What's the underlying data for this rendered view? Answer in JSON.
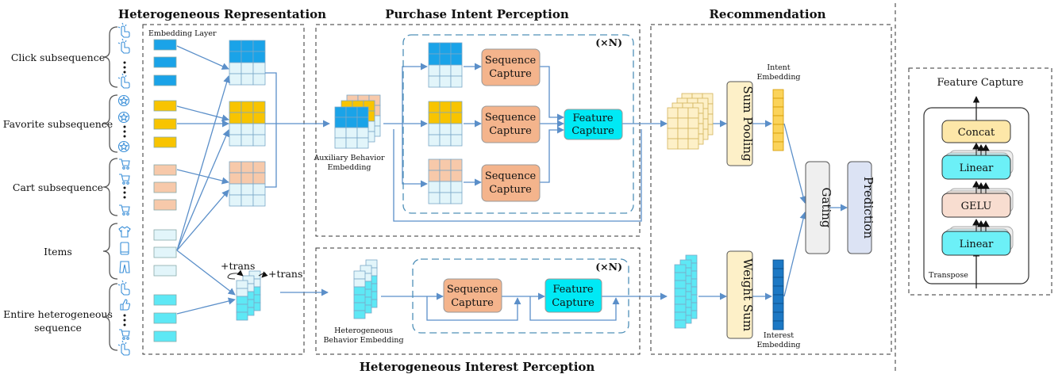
{
  "titles": {
    "hetero_repr": "Heterogeneous Representation",
    "purchase_intent": "Purchase Intent Perception",
    "recommendation": "Recommendation",
    "hetero_interest": "Heterogeneous Interest Perception",
    "feature_capture_panel": "Feature Capture"
  },
  "inputs": {
    "click": "Click subsequence",
    "favorite": "Favorite subsequence",
    "cart": "Cart subsequence",
    "items": "Items",
    "entire_line1": "Entire heterogeneous",
    "entire_line2": "sequence"
  },
  "labels": {
    "embedding_layer": "Embedding Layer",
    "trans1": "+trans",
    "trans2": "+trans",
    "aux_line1": "Auxiliary Behavior",
    "aux_line2": "Embedding",
    "hetero_emb_line1": "Heterogeneous",
    "hetero_emb_line2": "Behavior Embedding",
    "times_n_top": "(×N)",
    "times_n_bottom": "(×N)",
    "seq_capture_line1": "Sequence",
    "seq_capture_line2": "Capture",
    "feat_capture_line1": "Feature",
    "feat_capture_line2": "Capture",
    "sum_pooling": "Sum Pooling",
    "weight_sum": "Weight Sum",
    "gating": "Gating",
    "prediction": "Prediction",
    "intent_line1": "Intent",
    "intent_line2": "Embedding",
    "interest_line1": "Interest",
    "interest_line2": "Embedding"
  },
  "feature_capture": {
    "concat": "Concat",
    "linear_top": "Linear",
    "gelu": "GELU",
    "linear_bottom": "Linear",
    "transpose": "Transpose"
  },
  "colors": {
    "click": "#1aa3e8",
    "favorite": "#f8c400",
    "cart": "#f7c9aa",
    "items": "#e2f5fa",
    "entire": "#5ee8f5",
    "sequence_capture": "#f4b48c",
    "feature_capture": "#00e9f5",
    "pooling": "#fdf0c8",
    "gating": "#efefef",
    "prediction": "#dce3f4",
    "arrow": "#5b8fc9"
  },
  "icons": [
    "click-icon",
    "favorite-icon",
    "cart-icon",
    "shirt-icon",
    "phone-icon",
    "pants-icon",
    "thumbs-up-icon"
  ]
}
